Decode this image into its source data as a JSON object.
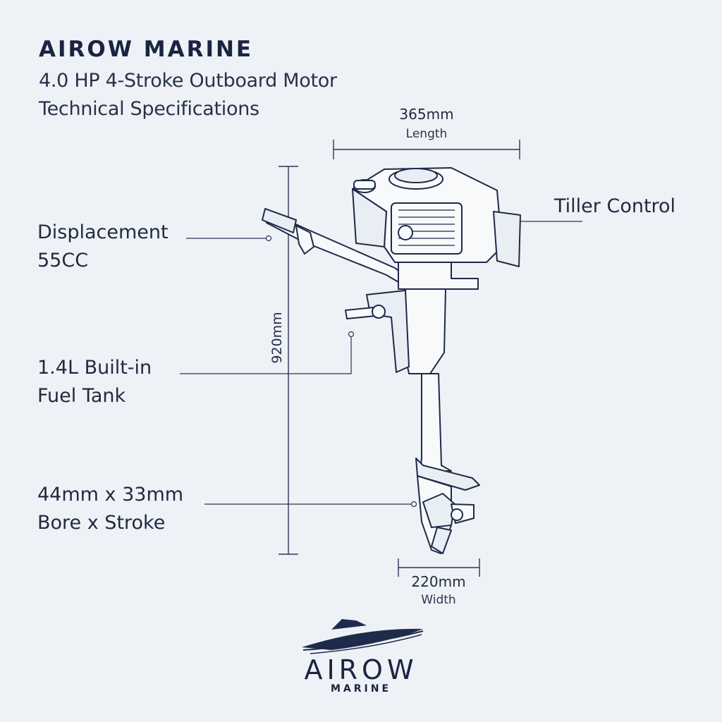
{
  "header": {
    "brand": "AIROW MARINE",
    "subtitle_line1": "4.0 HP 4-Stroke Outboard Motor",
    "subtitle_line2": "Technical Specifications"
  },
  "callouts": {
    "displacement_line1": "Displacement",
    "displacement_line2": "55CC",
    "fuel_line1": "1.4L Built-in",
    "fuel_line2": "Fuel Tank",
    "bore_line1": "44mm x 33mm",
    "bore_line2": "Bore x Stroke",
    "tiller": "Tiller Control"
  },
  "dimensions": {
    "length_value": "365mm",
    "length_caption": "Length",
    "height_value": "920mm",
    "width_value": "220mm",
    "width_caption": "Width"
  },
  "logo": {
    "word": "AIROW",
    "sub": "MARINE"
  },
  "colors": {
    "background": "#eef2f6",
    "ink": "#1c2a44"
  }
}
